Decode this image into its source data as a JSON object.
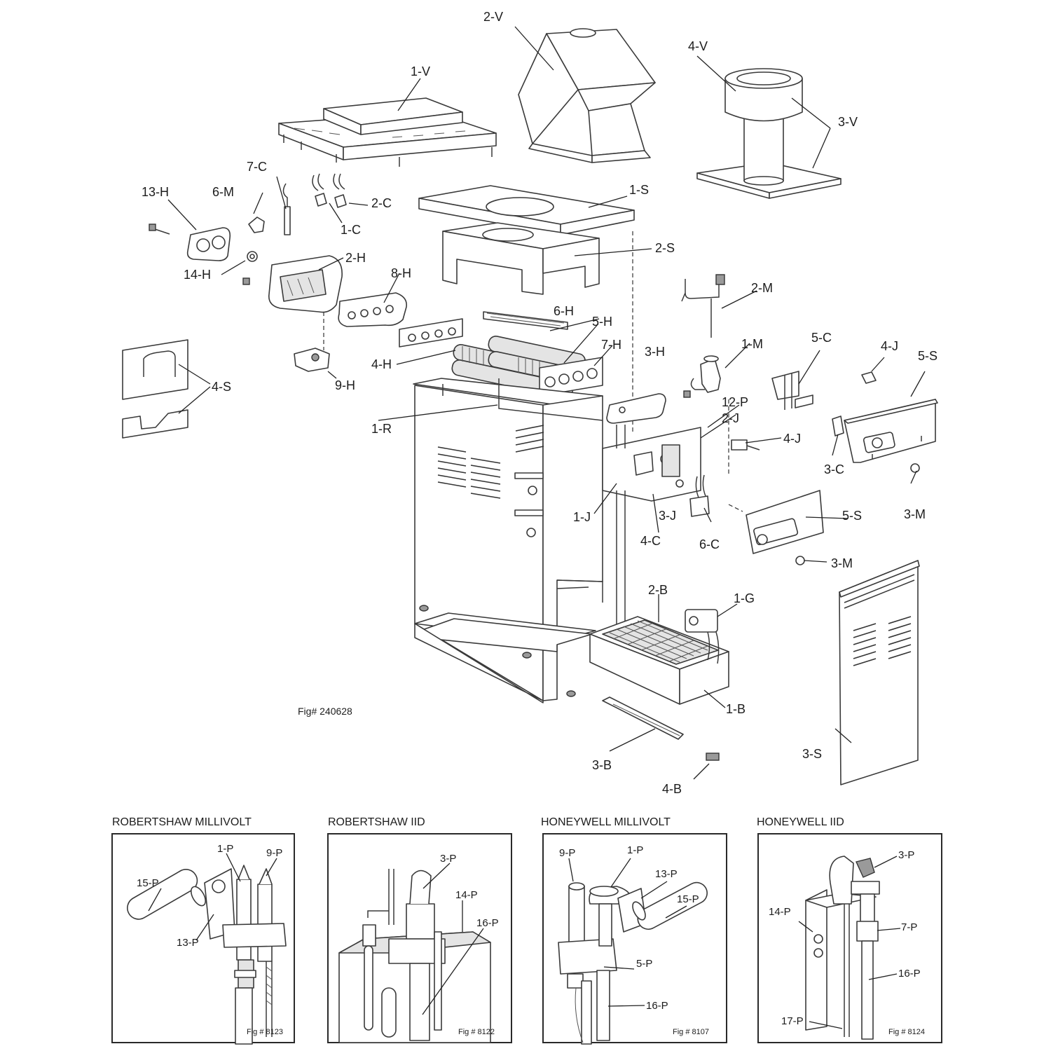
{
  "main_figure": {
    "caption": "Fig# 240628",
    "labels": {
      "v1": "1-V",
      "v2": "2-V",
      "v3": "3-V",
      "v4": "4-V",
      "s1": "1-S",
      "s2": "2-S",
      "s3": "3-S",
      "s4": "4-S",
      "s5a": "5-S",
      "s5b": "5-S",
      "c1": "1-C",
      "c2": "2-C",
      "c3": "3-C",
      "c4": "4-C",
      "c5": "5-C",
      "c6": "6-C",
      "c7": "7-C",
      "h2": "2-H",
      "h3": "3-H",
      "h4": "4-H",
      "h5": "5-H",
      "h6": "6-H",
      "h7": "7-H",
      "h8": "8-H",
      "h9": "9-H",
      "h13": "13-H",
      "h14": "14-H",
      "m1": "1-M",
      "m2": "2-M",
      "m3a": "3-M",
      "m3b": "3-M",
      "m6": "6-M",
      "j1": "1-J",
      "j2": "2-J",
      "j3": "3-J",
      "j4a": "4-J",
      "j4b": "4-J",
      "p12": "12-P",
      "r1": "1-R",
      "b1": "1-B",
      "b2": "2-B",
      "b3": "3-B",
      "b4": "4-B",
      "g1": "1-G"
    }
  },
  "pilot_panels": [
    {
      "title": "ROBERTSHAW MILLIVOLT",
      "caption": "Fig # 8123",
      "labels": {
        "a": "1-P",
        "b": "9-P",
        "c": "15-P",
        "d": "13-P"
      }
    },
    {
      "title": "ROBERTSHAW IID",
      "caption": "Fig # 8122",
      "labels": {
        "a": "3-P",
        "b": "14-P",
        "c": "16-P"
      }
    },
    {
      "title": "HONEYWELL MILLIVOLT",
      "caption": "Fig # 8107",
      "labels": {
        "a": "9-P",
        "b": "1-P",
        "c": "13-P",
        "d": "15-P",
        "e": "5-P",
        "f": "16-P"
      }
    },
    {
      "title": "HONEYWELL IID",
      "caption": "Fig # 8124",
      "labels": {
        "a": "3-P",
        "b": "14-P",
        "c": "7-P",
        "d": "16-P",
        "e": "17-P"
      }
    }
  ]
}
